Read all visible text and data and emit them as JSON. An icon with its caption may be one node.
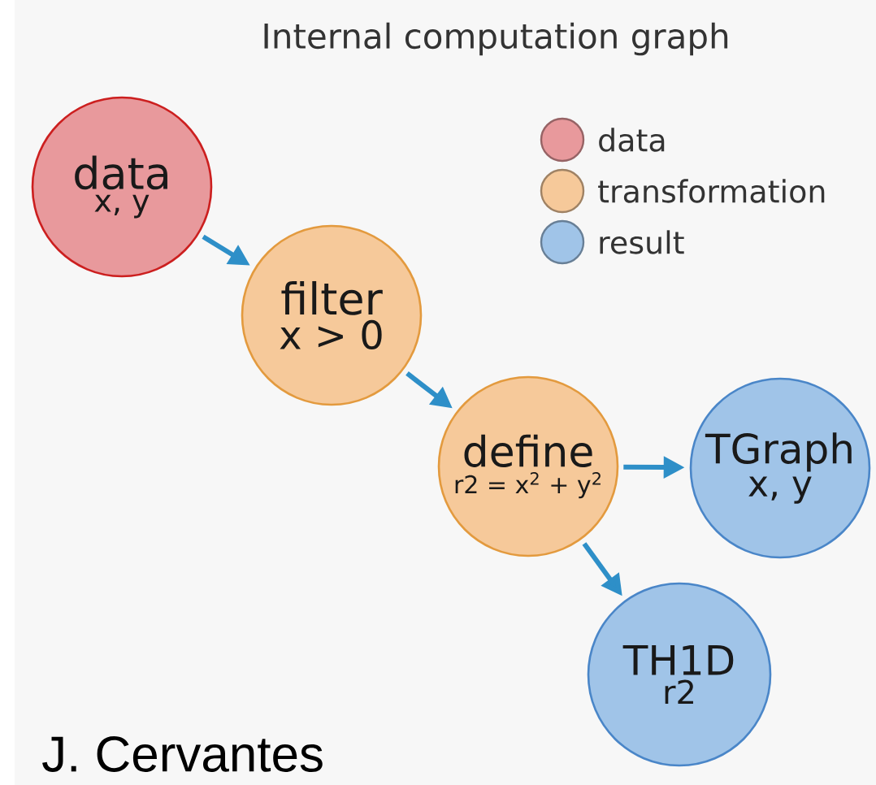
{
  "diagram": {
    "title": "Internal computation graph",
    "nodes": [
      {
        "text": [
          "data",
          "x, y"
        ]
      },
      {
        "text": [
          "filter",
          "x > 0"
        ]
      },
      {
        "text": [
          "define",
          "r2 = x$^{2}$ + y$^{2}$"
        ]
      },
      {
        "text": [
          "TGraph",
          "x, y"
        ]
      },
      {
        "text": [
          "TH1D",
          "r2"
        ]
      }
    ],
    "edges": [
      {
        "from": 0,
        "to": 1,
        "arrow": "to"
      },
      {
        "from": 1,
        "to": 2,
        "arrow": "to"
      },
      {
        "from": 2,
        "to": 3,
        "arrow": "to"
      },
      {
        "from": 2,
        "to": 4,
        "arrow": "to"
      }
    ],
    "labels": [
      "J. Cervantes"
    ],
    "legend": [
      {
        "text": "data",
        "color": "#e8999c"
      },
      {
        "text": "transformation",
        "color": "#f6c99a"
      },
      {
        "text": "result",
        "color": "#a0c4e8"
      }
    ]
  }
}
